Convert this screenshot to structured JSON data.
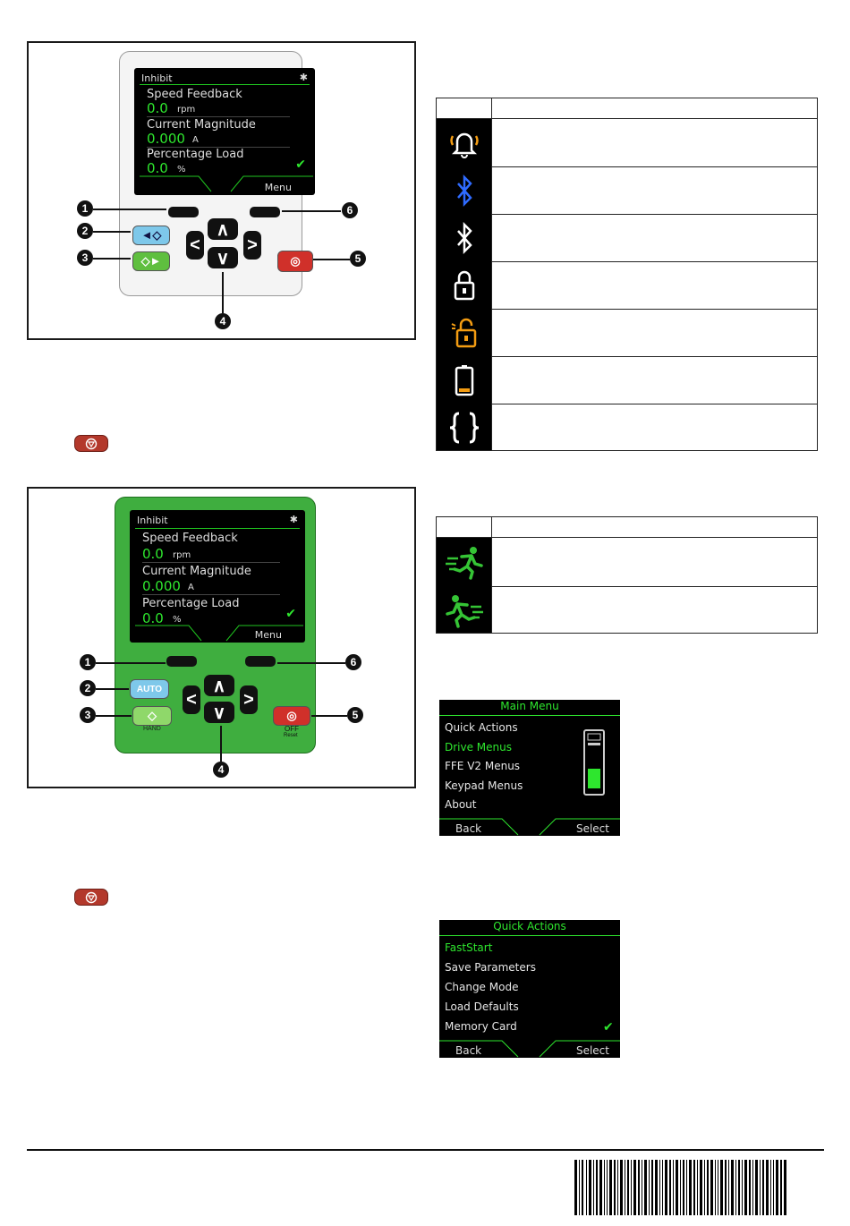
{
  "keypad_top": {
    "screen": {
      "status": "Inhibit",
      "rows": [
        {
          "label": "Speed Feedback",
          "value": "0.0",
          "unit": "rpm"
        },
        {
          "label": "Current Magnitude",
          "value": "0.000",
          "unit": "A"
        },
        {
          "label": "Percentage Load",
          "value": "0.0",
          "unit": "%"
        }
      ],
      "softkey_right": "Menu"
    },
    "callouts": [
      "1",
      "2",
      "3",
      "4",
      "5",
      "6"
    ]
  },
  "keypad_bottom": {
    "screen": {
      "status": "Inhibit",
      "rows": [
        {
          "label": "Speed Feedback",
          "value": "0.0",
          "unit": "rpm"
        },
        {
          "label": "Current Magnitude",
          "value": "0.000",
          "unit": "A"
        },
        {
          "label": "Percentage Load",
          "value": "0.0",
          "unit": "%"
        }
      ],
      "softkey_right": "Menu"
    },
    "buttons": {
      "auto": "AUTO",
      "hand": "HAND",
      "off": "OFF",
      "reset": "Reset"
    },
    "callouts": [
      "1",
      "2",
      "3",
      "4",
      "5",
      "6"
    ]
  },
  "icon_table_1": {
    "icons": [
      "alarm-bell-icon",
      "bluetooth-connected-icon",
      "bluetooth-icon",
      "lock-icon",
      "unlock-icon",
      "battery-low-icon",
      "braces-icon"
    ],
    "colors": {
      "orange": "#f39c12",
      "blue": "#2f6bff",
      "white": "#ffffff"
    }
  },
  "icon_table_2": {
    "icons": [
      "running-forward-icon",
      "running-reverse-icon"
    ],
    "colors": {
      "green": "#35c435"
    }
  },
  "main_menu": {
    "title": "Main Menu",
    "items": [
      "Quick Actions",
      "Drive Menus",
      "FFE V2 Menus",
      "Keypad Menus",
      "About"
    ],
    "selected_index": 1,
    "back": "Back",
    "select": "Select"
  },
  "quick_actions": {
    "title": "Quick Actions",
    "items": [
      "FastStart",
      "Save Parameters",
      "Change Mode",
      "Load Defaults",
      "Memory Card"
    ],
    "selected_index": 0,
    "back": "Back",
    "select": "Select"
  },
  "colors": {
    "lcd_green": "#2ee62e",
    "stop_red": "#b3382b",
    "keypad_green": "#3fae3f"
  }
}
